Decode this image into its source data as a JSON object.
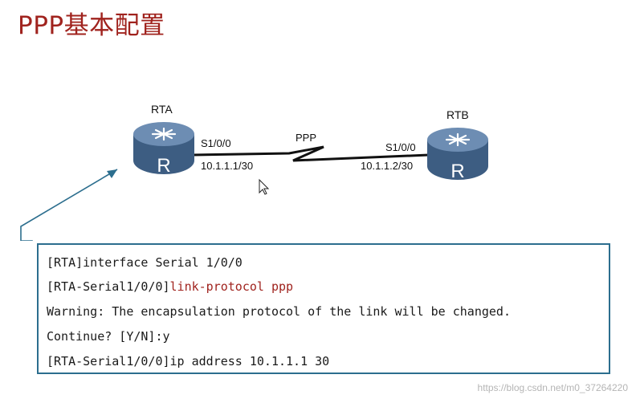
{
  "title": "PPP基本配置",
  "routers": {
    "left": {
      "name": "RTA",
      "icon_letter": "R",
      "interface": "S1/0/0",
      "ip": "10.1.1.1/30"
    },
    "right": {
      "name": "RTB",
      "icon_letter": "R",
      "interface": "S1/0/0",
      "ip": "10.1.1.2/30"
    }
  },
  "link": {
    "label": "PPP"
  },
  "code": [
    {
      "plain": "[RTA]interface Serial 1/0/0",
      "highlight": ""
    },
    {
      "plain": "[RTA-Serial1/0/0]",
      "highlight": "link-protocol ppp"
    },
    {
      "plain": "Warning: The encapsulation protocol of the link will be changed.",
      "highlight": ""
    },
    {
      "plain": "Continue? [Y/N]:y",
      "highlight": ""
    },
    {
      "plain": "[RTA-Serial1/0/0]ip address 10.1.1.1 30",
      "highlight": ""
    }
  ],
  "watermark": "https://blog.csdn.net/m0_37264220",
  "colors": {
    "title": "#a0231e",
    "router": "#4e6f94",
    "callout": "#2c6e8e",
    "highlight": "#a0231e"
  }
}
